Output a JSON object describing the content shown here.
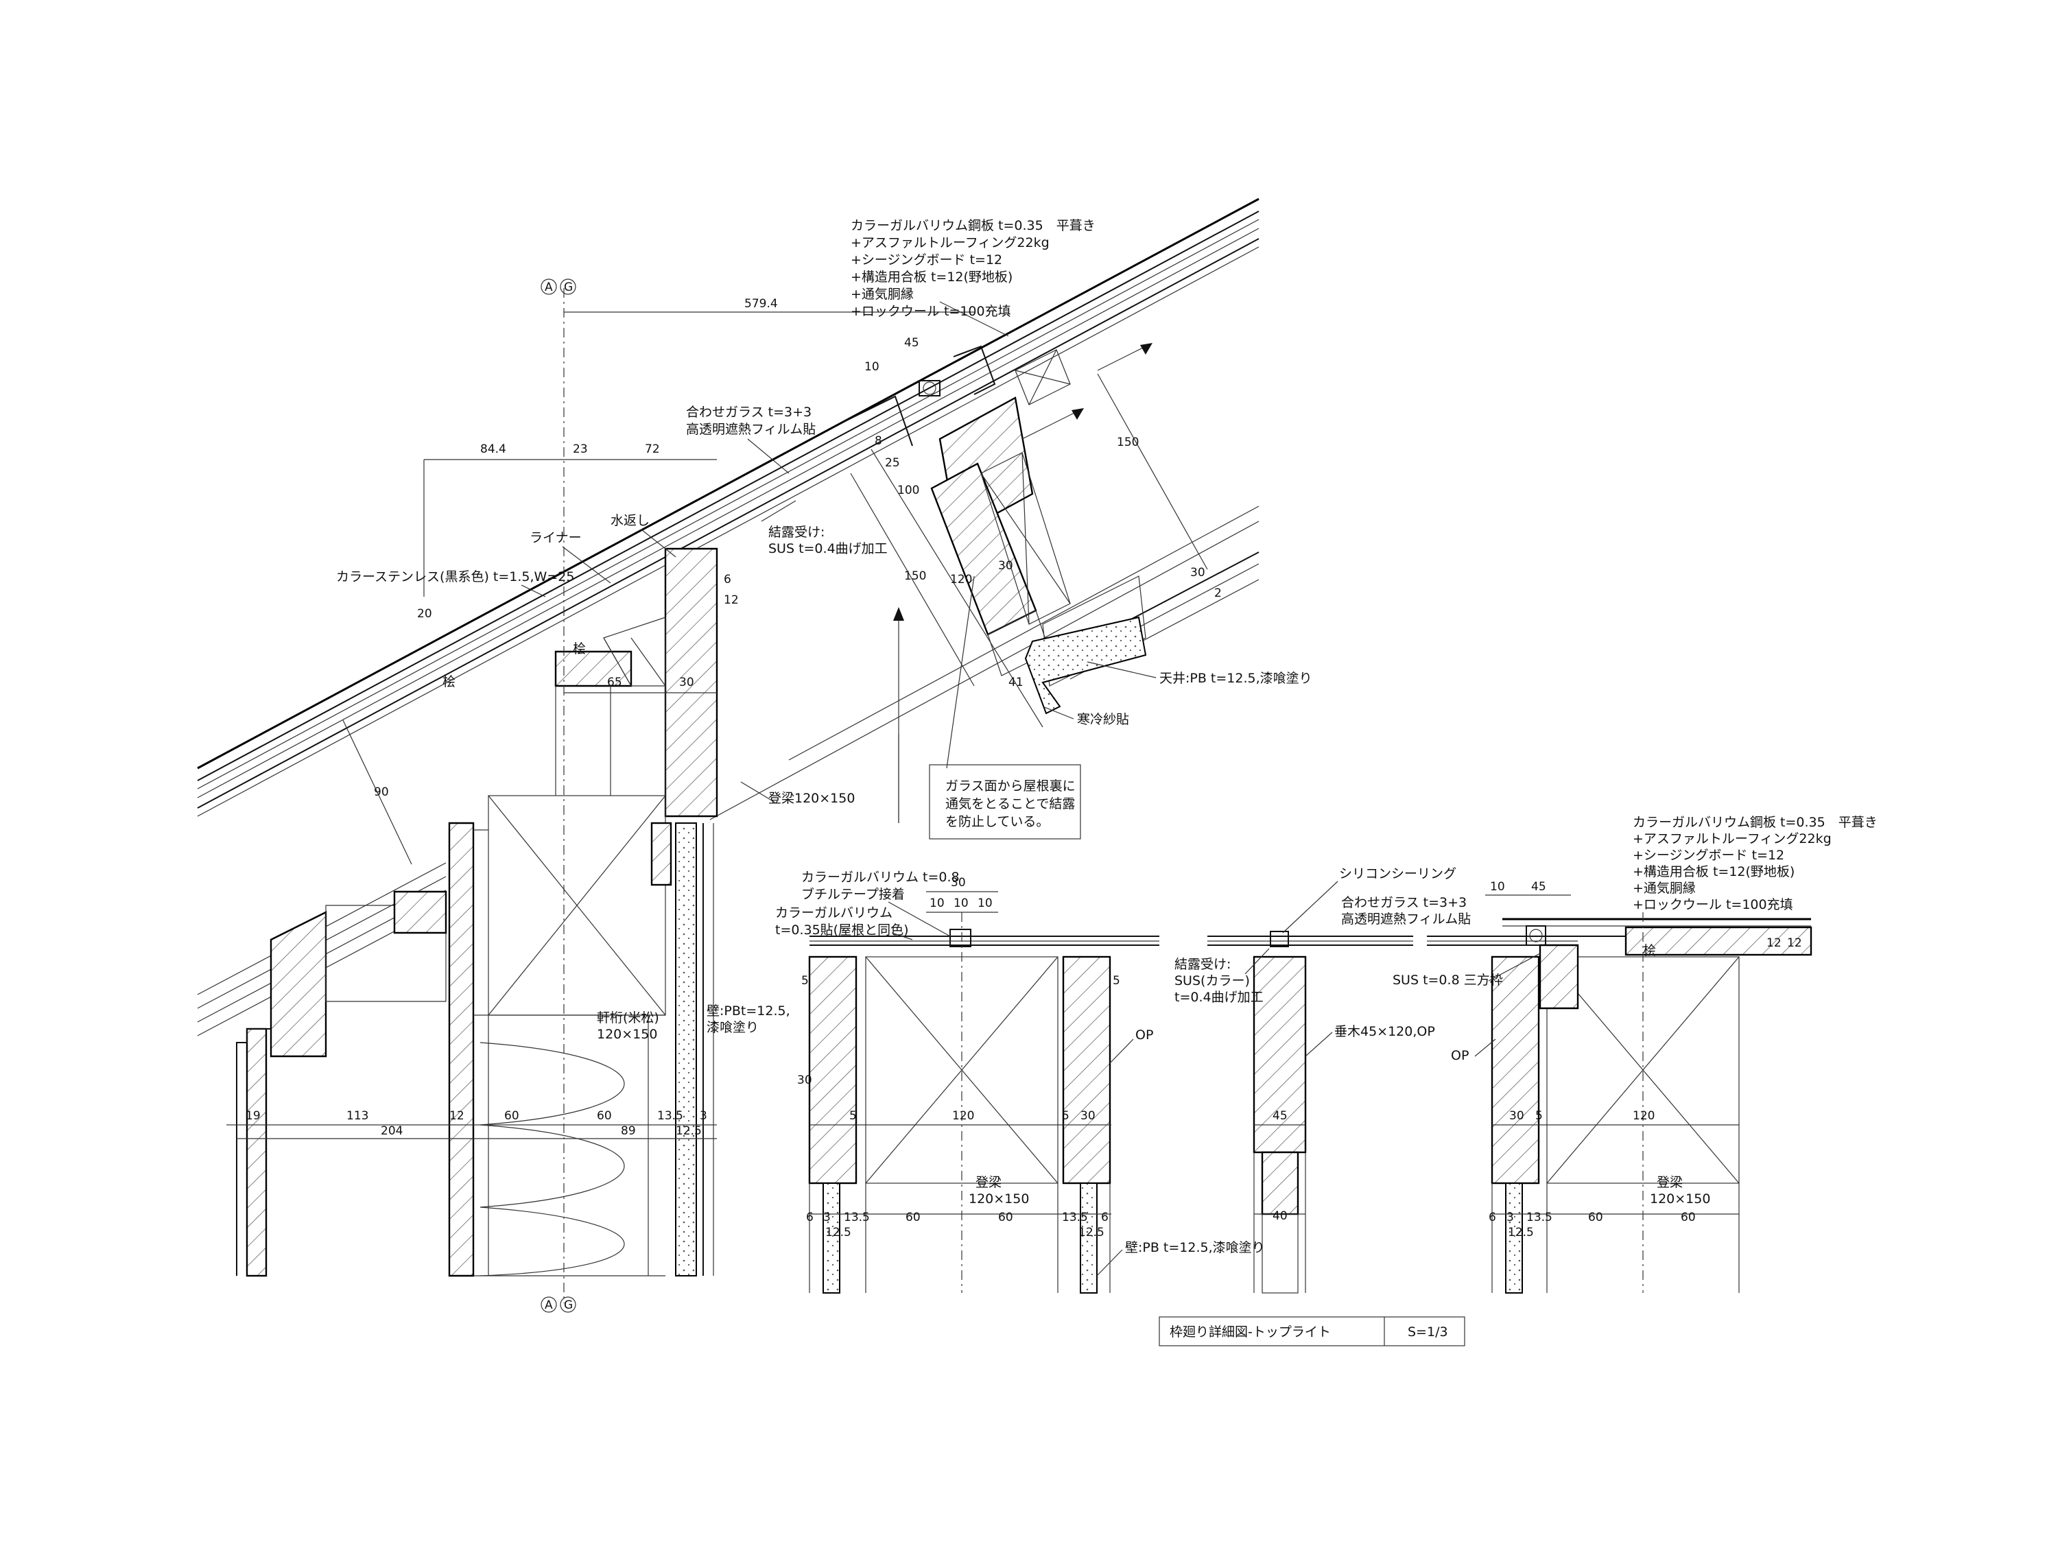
{
  "grid_markers": {
    "left": "A",
    "right": "G"
  },
  "roof_spec": [
    "カラーガルバリウム鋼板 t=0.35　平葺き",
    "+アスファルトルーフィング22kg",
    "+シージングボード t=12",
    "+構造用合板 t=12(野地板)",
    "+通気胴縁",
    "+ロックウール t=100充填"
  ],
  "labels": {
    "glass": "合わせガラス t=3+3",
    "film": "高透明遮熱フィルム貼",
    "water_stop": "水返し",
    "liner": "ライナー",
    "stainless": "カラーステンレス(黒系色) t=1.5,W=25",
    "condensation_1": "結露受け:",
    "condensation_2": "SUS t=0.4曲げ加工",
    "ceiling": "天井:PB t=12.5,漆喰塗り",
    "cold_cloth": "寒冷紗貼",
    "note": [
      "ガラス面から屋根裏に",
      "通気をとることで結露",
      "を防止している。"
    ],
    "rafter_beam": "登梁120×150",
    "eave_beam_1": "軒桁(米松)",
    "eave_beam_2": "120×150",
    "wall_1": "壁:PBt=12.5,",
    "wall_2": "漆喰塗り",
    "cypress": "桧",
    "op": "OP",
    "galv_08": "カラーガルバリウム t=0.8",
    "butyl": "ブチルテープ接着",
    "galv": "カラーガルバリウム",
    "galv_035": "t=0.35貼(屋根と同色)",
    "wall_pb": "壁:PB t=12.5,漆喰塗り",
    "beam_a": "登梁",
    "beam_b": "120×150",
    "silicone": "シリコンシーリング",
    "cond_color_1": "結露受け:",
    "cond_color_2": "SUS(カラー)",
    "cond_color_3": "t=0.4曲げ加工",
    "mullion": "垂木45×120,OP",
    "sus_frame": "SUS t=0.8 三方枠"
  },
  "dimensions": {
    "d579": "579.4",
    "d844": "84.4",
    "d23": "23",
    "d72": "72",
    "d10": "10",
    "d45": "45",
    "d150": "150",
    "d120": "120",
    "d30": "30",
    "d100": "100",
    "d25": "25",
    "d8": "8",
    "d12": "12",
    "d6": "6",
    "d20": "20",
    "d3": "3",
    "d41": "41",
    "d90": "90",
    "d65": "65",
    "d19": "19",
    "d113": "113",
    "d60": "60",
    "d135": "13.5",
    "d125": "12.5",
    "d204": "204",
    "d89": "89",
    "d5": "5",
    "d40": "40",
    "d2": "2"
  },
  "title_block": {
    "title": "枠廻り詳細図-トップライト",
    "scale": "S=1/3"
  }
}
